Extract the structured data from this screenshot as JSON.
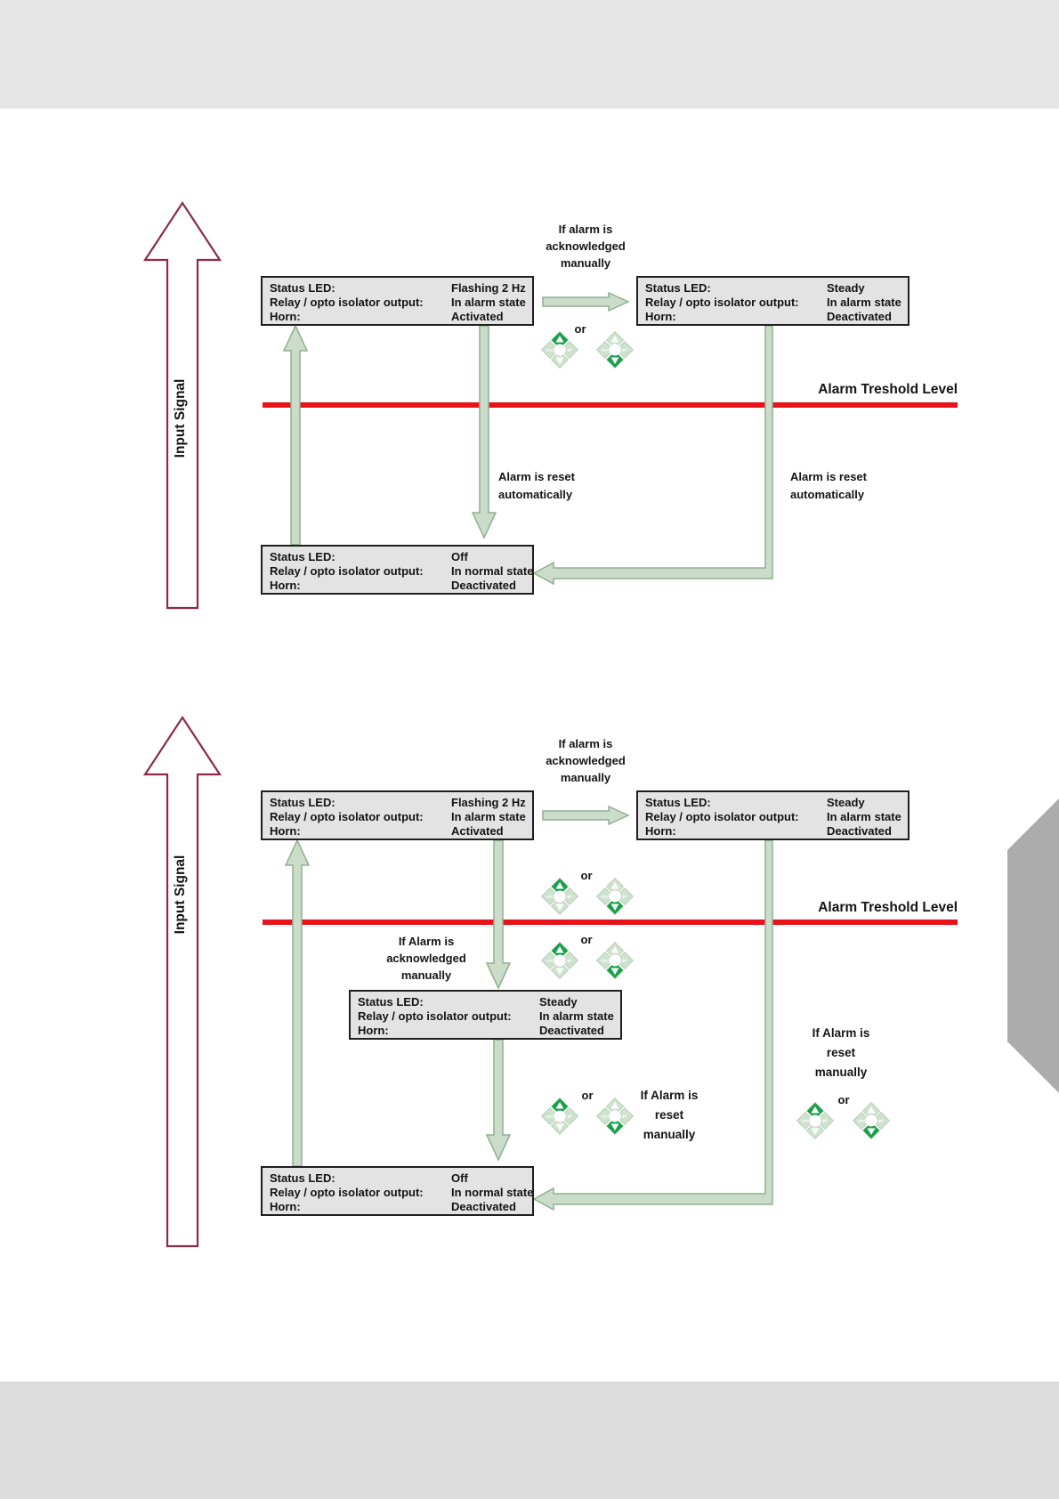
{
  "page": {
    "background": "#ffffff",
    "top_band_color": "#e6e6e6",
    "bottom_band_color": "#dcdcdc"
  },
  "colors": {
    "threshold_line": "#e8121a",
    "box_fill": "#e3e3e3",
    "box_border": "#1f1f1f",
    "flow_arrow_fill": "#cbdccb",
    "flow_arrow_stroke": "#8fb08f",
    "signal_arrow_stroke": "#8e2946",
    "keypad_active": "#18a14b",
    "keypad_inactive": "#cfe2cf",
    "page_corner_shape": "#acacac"
  },
  "labels": {
    "or": "or"
  },
  "icons": {
    "keypad_esc": "ESC",
    "keypad_enter": "↵"
  },
  "diagram1": {
    "input_signal": "Input Signal",
    "threshold_label": "Alarm Treshold Level",
    "note_ack": {
      "lines": [
        "If alarm is",
        "acknowledged",
        "manually"
      ]
    },
    "note_reset_center": {
      "lines": [
        "Alarm is reset",
        "automatically"
      ]
    },
    "note_reset_right": {
      "lines": [
        "Alarm is reset",
        "automatically"
      ]
    },
    "box_alarm": {
      "rows": [
        {
          "label": "Status LED:",
          "value": "Flashing 2 Hz"
        },
        {
          "label": "Relay / opto isolator output:",
          "value": "In alarm state"
        },
        {
          "label": "Horn:",
          "value": "Activated"
        }
      ]
    },
    "box_acknowledged": {
      "rows": [
        {
          "label": "Status LED:",
          "value": "Steady"
        },
        {
          "label": "Relay / opto isolator output:",
          "value": "In alarm state"
        },
        {
          "label": "Horn:",
          "value": "Deactivated"
        }
      ]
    },
    "box_normal": {
      "rows": [
        {
          "label": "Status LED:",
          "value": "Off"
        },
        {
          "label": "Relay / opto isolator output:",
          "value": "In normal state"
        },
        {
          "label": "Horn:",
          "value": "Deactivated"
        }
      ]
    }
  },
  "diagram2": {
    "input_signal": "Input Signal",
    "threshold_label": "Alarm Treshold Level",
    "note_ack_top": {
      "lines": [
        "If alarm is",
        "acknowledged",
        "manually"
      ]
    },
    "note_ack_mid": {
      "lines": [
        "If Alarm is",
        "acknowledged",
        "manually"
      ]
    },
    "note_reset_mid": {
      "lines": [
        "If Alarm is",
        "reset",
        "manually"
      ]
    },
    "note_reset_right": {
      "lines": [
        "If Alarm is",
        "reset",
        "manually"
      ]
    },
    "box_alarm": {
      "rows": [
        {
          "label": "Status LED:",
          "value": "Flashing 2 Hz"
        },
        {
          "label": "Relay / opto isolator output:",
          "value": "In alarm state"
        },
        {
          "label": "Horn:",
          "value": "Activated"
        }
      ]
    },
    "box_acknowledged": {
      "rows": [
        {
          "label": "Status LED:",
          "value": "Steady"
        },
        {
          "label": "Relay / opto isolator output:",
          "value": "In alarm state"
        },
        {
          "label": "Horn:",
          "value": "Deactivated"
        }
      ]
    },
    "box_acknowledged_mid": {
      "rows": [
        {
          "label": "Status LED:",
          "value": "Steady"
        },
        {
          "label": "Relay / opto isolator output:",
          "value": "In alarm state"
        },
        {
          "label": "Horn:",
          "value": "Deactivated"
        }
      ]
    },
    "box_normal": {
      "rows": [
        {
          "label": "Status LED:",
          "value": "Off"
        },
        {
          "label": "Relay / opto isolator output:",
          "value": "In normal state"
        },
        {
          "label": "Horn:",
          "value": "Deactivated"
        }
      ]
    }
  }
}
